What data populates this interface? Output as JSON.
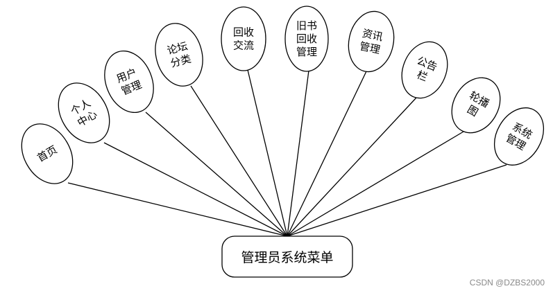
{
  "root": {
    "label": "管理员系统菜单"
  },
  "nodes": [
    {
      "id": "home",
      "lines": [
        "首页"
      ]
    },
    {
      "id": "personal-center",
      "lines": [
        "个人",
        "中心"
      ]
    },
    {
      "id": "user-management",
      "lines": [
        "用户",
        "管理"
      ]
    },
    {
      "id": "forum-category",
      "lines": [
        "论坛",
        "分类"
      ]
    },
    {
      "id": "recycling-exchange",
      "lines": [
        "回收",
        "交流"
      ]
    },
    {
      "id": "old-book-recycling-management",
      "lines": [
        "旧书",
        "回收",
        "管理"
      ]
    },
    {
      "id": "news-management",
      "lines": [
        "资讯",
        "管理"
      ]
    },
    {
      "id": "announcement-column",
      "lines": [
        "公告",
        "栏"
      ]
    },
    {
      "id": "carousel",
      "lines": [
        "轮播",
        "图"
      ]
    },
    {
      "id": "system-management",
      "lines": [
        "系统",
        "管理"
      ]
    }
  ],
  "watermark": "CSDN @DZBS2000"
}
